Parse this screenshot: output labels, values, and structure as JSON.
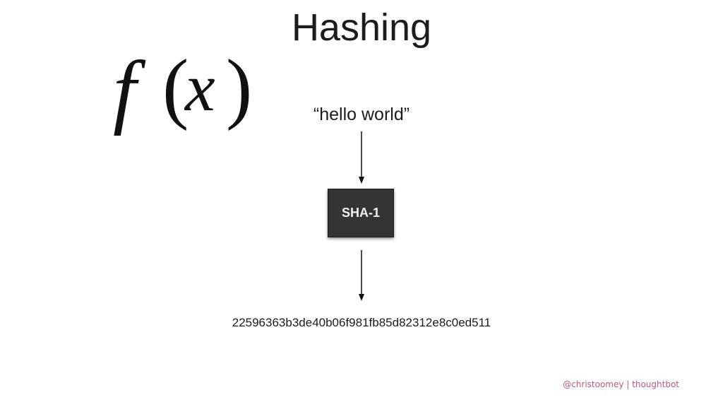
{
  "slide": {
    "title": "Hashing",
    "formula": {
      "function_symbol": "f",
      "open_paren": "(",
      "variable": "x",
      "close_paren": ")"
    },
    "input_text": "“hello world”",
    "hash_function_label": "SHA-1",
    "output_hash": "22596363b3de40b06f981fb85d82312e8c0ed511",
    "credit": "@christoomey | thoughtbot"
  },
  "colors": {
    "text": "#1c1c1c",
    "box_fill": "#343434",
    "box_text": "#f2f2f2",
    "credit": "#c0577a"
  }
}
